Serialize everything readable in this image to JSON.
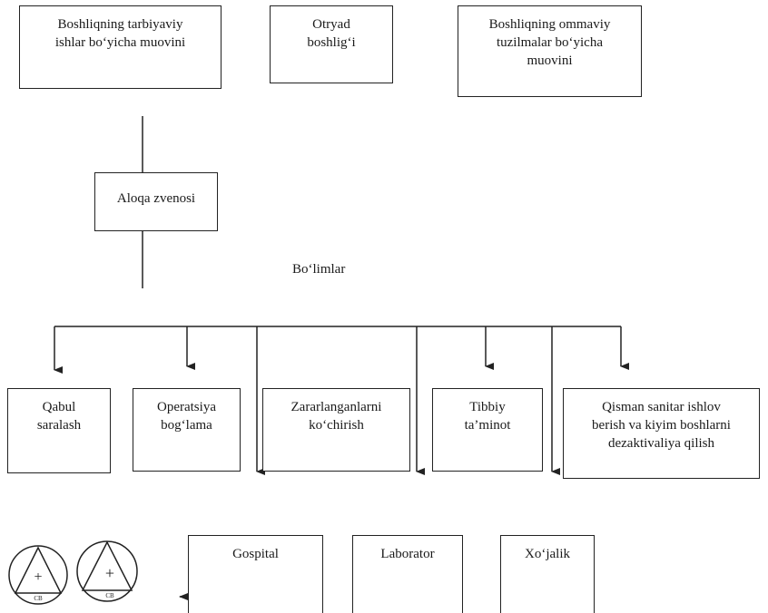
{
  "boxes": {
    "deputy_education": "Boshliqning tarbiyaviy\nishlar bo‘yicha muovini",
    "squad_chief": "Otryad\nboshlig‘i",
    "deputy_public": "Boshliqning ommaviy\ntuzilmalar bo‘yicha\nmuovini",
    "communication_unit": "Aloqa zvenosi",
    "reception_sorting": "Qabul\nsaralash",
    "operation_dressing": "Operatsiya\nbog‘lama",
    "evacuation": "Zararlanganlarni\nko‘chirish",
    "medical_supply": "Tibbiy\nta’minot",
    "sanitation": "Qisman sanitar ishlov\nberish va kiyim boshlarni\ndezaktivaliya qilish",
    "hospital": "Gospital",
    "laboratory": "Laborator",
    "household": "Xo‘jalik"
  },
  "departments_label": "Bo‘limlar",
  "emblems": {
    "symbol": "+",
    "caption": "CB"
  }
}
